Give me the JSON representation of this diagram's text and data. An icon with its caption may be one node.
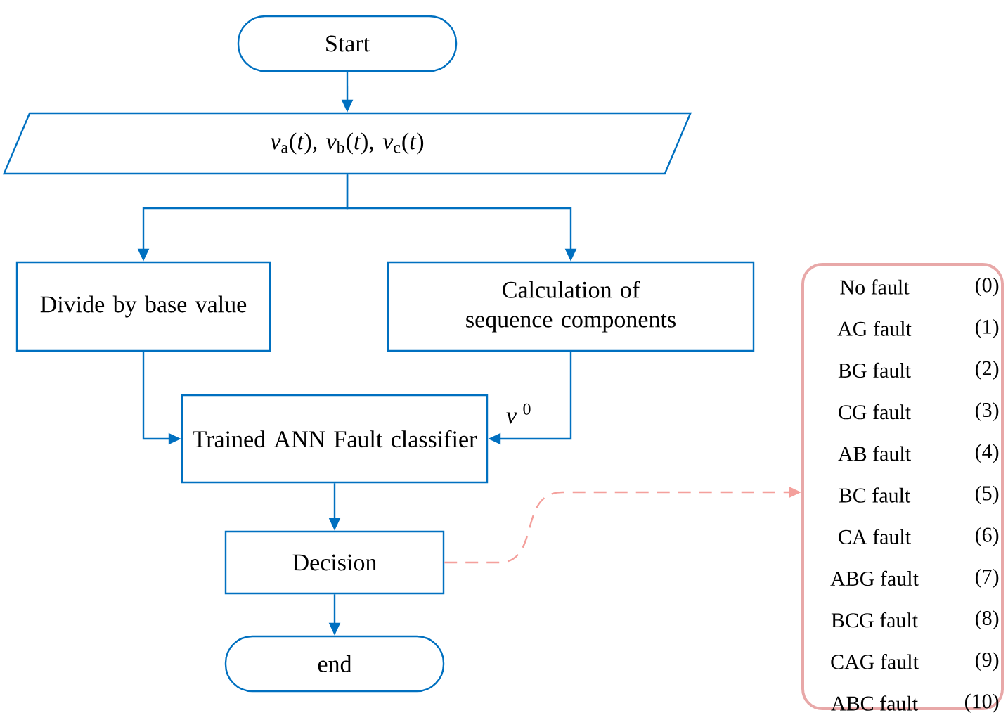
{
  "diagram": {
    "nodes": [
      {
        "text": [
          "Start"
        ]
      },
      {
        "text": [
          "*v*$_{a}$(*t*), *v*$_{b}$(*t*), *v*$_{c}$(*t*)"
        ]
      },
      {
        "text": [
          "Divide by base value"
        ]
      },
      {
        "text": [
          "Calculation of sequence components"
        ]
      },
      {
        "text": [
          "Trained ANN Fault classifier"
        ]
      },
      {
        "text": [
          "Decision"
        ]
      },
      {
        "text": [
          "end"
        ]
      },
      {
        "text": [
          "No fault",
          "(0)",
          "AG fault",
          "(1)",
          "BG fault",
          "(2)",
          "CG fault",
          "(3)",
          "AB fault",
          "(4)",
          "BC fault",
          "(5)",
          "CA fault",
          "(6)",
          "ABG fault",
          "(7)",
          "BCG fault",
          "(8)",
          "CAG fault",
          "(9)",
          "ABC fault",
          "(10)"
        ]
      }
    ],
    "edges": [
      {
        "from": 0,
        "to": 1,
        "arrow": "to"
      },
      {
        "from": 1,
        "to": 2,
        "arrow": "to"
      },
      {
        "from": 1,
        "to": 3,
        "arrow": "to"
      },
      {
        "from": 2,
        "to": 4,
        "arrow": "to"
      },
      {
        "from": 3,
        "to": 4,
        "arrow": "to",
        "label": "*v* $^{0}$"
      },
      {
        "from": 4,
        "to": 5,
        "arrow": "to"
      },
      {
        "from": 5,
        "to": 6,
        "arrow": "to"
      },
      {
        "from": 5,
        "to": 7,
        "arrow": "to",
        "style": "dashed",
        "color": "#f4a09c"
      }
    ]
  }
}
